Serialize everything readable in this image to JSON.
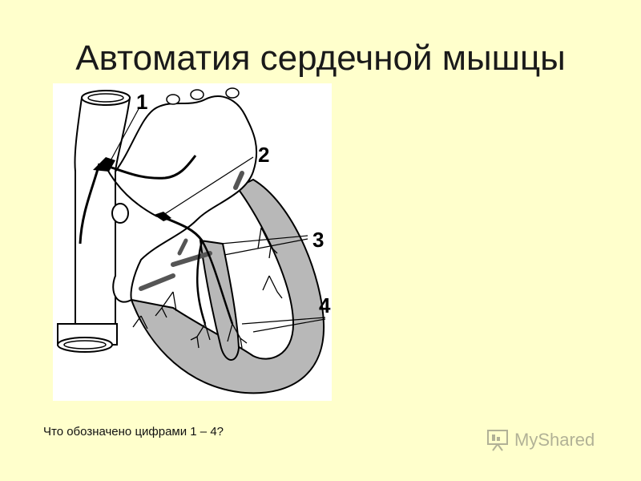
{
  "slide": {
    "title": "Автоматия сердечной мышцы",
    "question": "Что обозначено цифрами 1 – 4?"
  },
  "figure": {
    "labels": [
      "1",
      "2",
      "3",
      "4"
    ]
  },
  "watermark": {
    "brand": "MyShared"
  }
}
